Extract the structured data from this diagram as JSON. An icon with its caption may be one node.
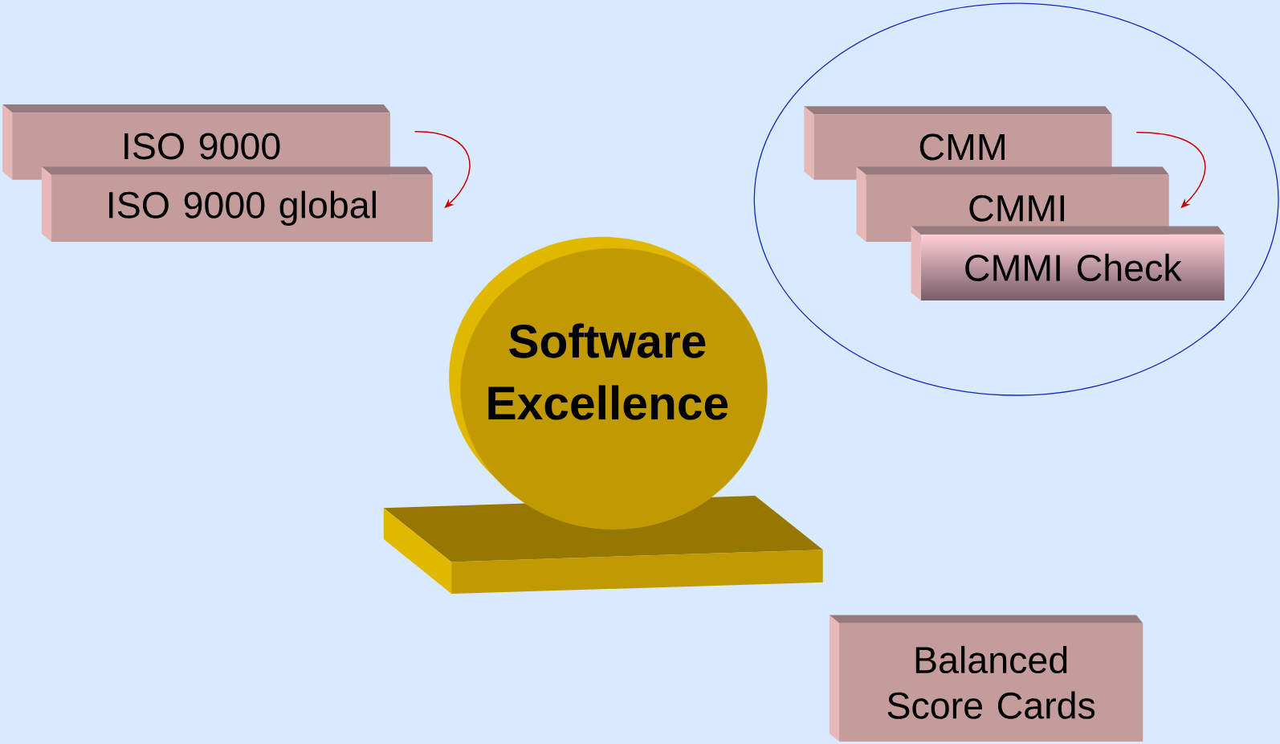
{
  "diagram": {
    "nodes": [
      {
        "text": [
          "ISO 9000"
        ]
      },
      {
        "text": [
          "ISO 9000 global"
        ]
      },
      {
        "text": [],
        "shape": "ellipse"
      },
      {
        "text": [
          "CMM"
        ],
        "in": 2
      },
      {
        "text": [
          "CMMI"
        ],
        "in": 2
      },
      {
        "text": [
          "CMMI Check"
        ],
        "in": 2
      },
      {
        "text": [
          "Software Excellence"
        ]
      },
      {
        "text": [
          "Balanced Score Cards"
        ]
      }
    ],
    "edges": [
      {
        "from": 0,
        "to": 1,
        "arrow": "to",
        "color": "#cc0000"
      },
      {
        "from": 3,
        "to": 4,
        "arrow": "to",
        "color": "#cc0000"
      }
    ]
  }
}
